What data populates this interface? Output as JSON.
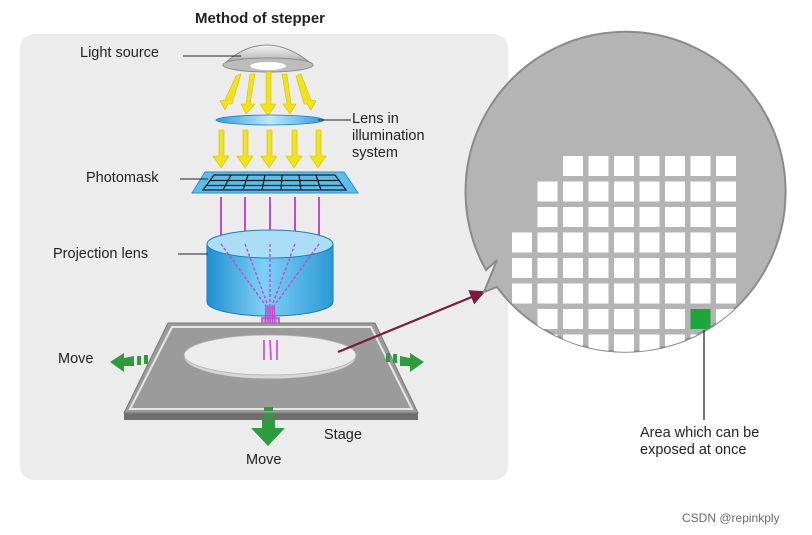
{
  "title": "Method of stepper",
  "labels": {
    "light_source": "Light source",
    "lens_line1": "Lens in",
    "lens_line2": "illumination",
    "lens_line3": "system",
    "photomask": "Photomask",
    "projection_lens": "Projection lens",
    "move_left": "Move",
    "stage": "Stage",
    "move_bottom": "Move",
    "area_line1": "Area which can be",
    "area_line2": "exposed at once"
  },
  "watermark": "CSDN @repinkply",
  "colors": {
    "panel": "#ececec",
    "light_ray": "#f2e218",
    "uv_ray": "#c04ad0",
    "lens_blue": "#3fb5e8",
    "arrow_green": "#2e9b3c",
    "pointer": "#7a1c40",
    "die_highlight": "#1da63a",
    "wafer_gray": "#b4b4b4"
  }
}
